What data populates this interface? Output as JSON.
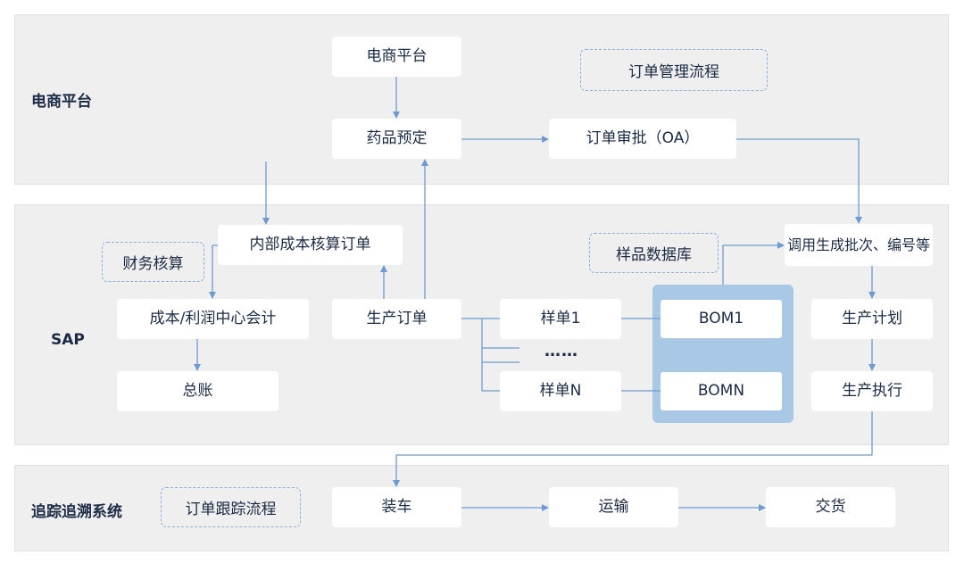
{
  "bands": {
    "top": {
      "label": "电商平台"
    },
    "middle": {
      "label": "SAP"
    },
    "bottom": {
      "label": "追踪追溯系统"
    }
  },
  "top": {
    "ecommerce_platform": "电商平台",
    "drug_booking": "药品预定",
    "order_approval": "订单审批（OA）",
    "order_mgmt_flow": "订单管理流程"
  },
  "sap": {
    "internal_cost_order": "内部成本核算订单",
    "finance_accounting": "财务核算",
    "cost_profit_center": "成本/利润中心会计",
    "general_ledger": "总账",
    "production_order": "生产订单",
    "sample_db": "样品数据库",
    "sample_1": "样单1",
    "ellipsis": "……",
    "sample_n": "样单N",
    "bom_1": "BOM1",
    "bom_n": "BOMN",
    "call_batch": "调用生成批次、编号等",
    "production_plan": "生产计划",
    "production_exec": "生产执行"
  },
  "tracking": {
    "order_tracking_flow": "订单跟踪流程",
    "loading": "装车",
    "transport": "运输",
    "delivery": "交货"
  },
  "colors": {
    "band_bg": "#efefef",
    "arrow": "#6b9bd1",
    "dashed_border": "#8ab0d8",
    "bom_panel": "#a9c8e6",
    "text": "#1c2b45"
  }
}
